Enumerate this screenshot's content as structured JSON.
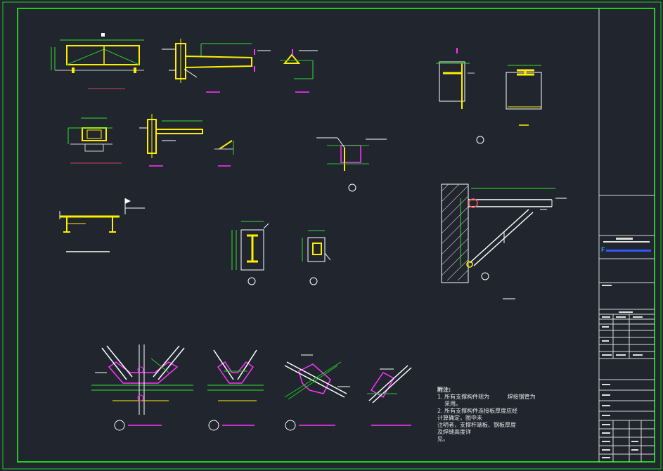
{
  "drawing": {
    "colors": {
      "background": "#20252e",
      "frame": "#22cc22",
      "steel": "#ffee00",
      "dimension": "#33dd33",
      "annotation": "#ffffff",
      "highlight": "#ff33ff",
      "section_marker": "#ff5555"
    },
    "notes": {
      "heading": "附注:",
      "lines": [
        "1. 所有支撑构件规为          焊接钢管为",
        "    采用。",
        "2. 所有支撑构件连接板厚度应经计算确定，图中未",
        "注明者，支撑杆端板、钢板厚度及焊缝高度详",
        "见。"
      ]
    },
    "title_block": {
      "logo_letter": "F"
    }
  }
}
